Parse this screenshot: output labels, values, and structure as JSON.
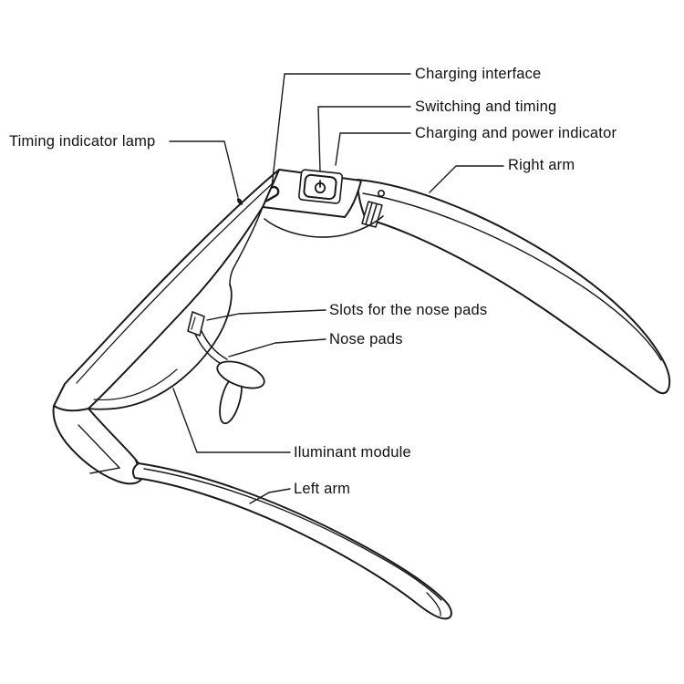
{
  "diagram": {
    "background": "#ffffff",
    "line_color": "#1a1a1a",
    "subject": "light therapy glasses parts diagram",
    "labels": {
      "charging_interface": "Charging interface",
      "switching_and_timing": "Switching and timing",
      "charging_power_indicator": "Charging and power indicator",
      "right_arm": "Right arm",
      "timing_indicator_lamp": "Timing indicator lamp",
      "slots_nose_pads": "Slots for the nose pads",
      "nose_pads": "Nose pads",
      "iluminant_module": "Iluminant module",
      "left_arm": "Left arm"
    },
    "icons": {
      "power_button": "power-icon",
      "charging_port": "charging-port-icon",
      "timing_lamp": "lamp-icon"
    }
  }
}
